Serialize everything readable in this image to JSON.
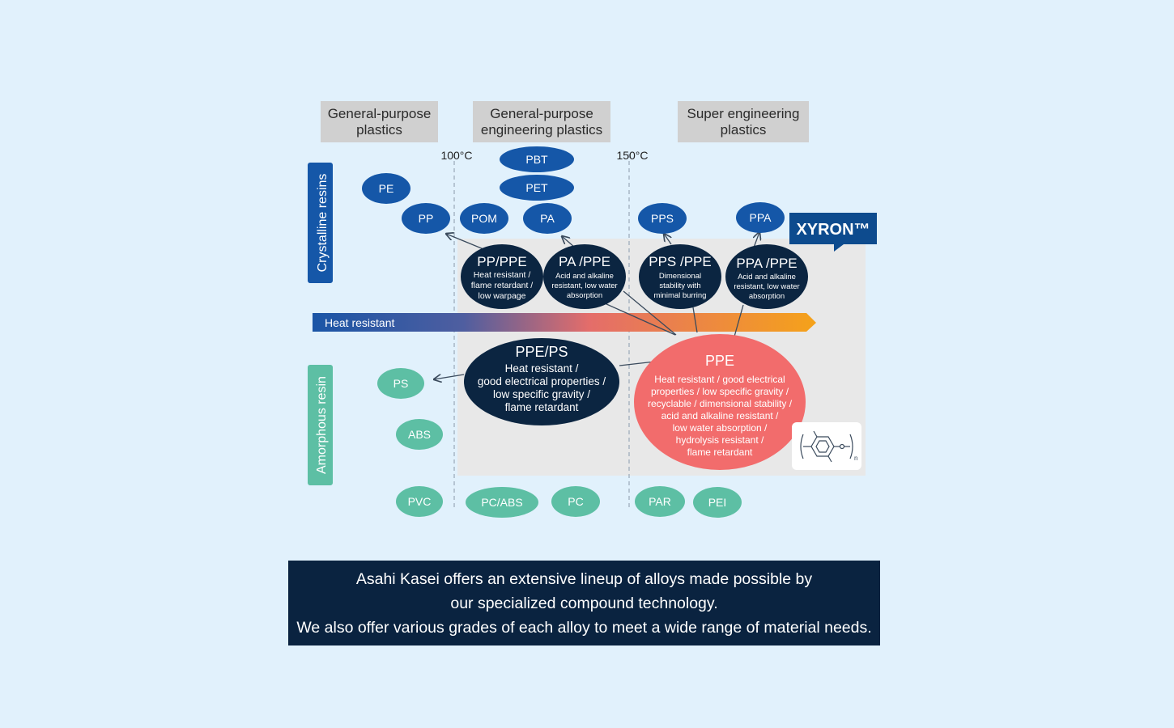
{
  "categories": {
    "general": [
      "General-purpose",
      "plastics"
    ],
    "engineering": [
      "General-purpose",
      "engineering plastics"
    ],
    "super": [
      "Super engineering",
      "plastics"
    ]
  },
  "temperatures": {
    "t100": "100°C",
    "t150": "150°C"
  },
  "row_labels": {
    "crystalline": "Crystalline resins",
    "amorphous": "Amorphous resin"
  },
  "heat_label": "Heat resistant",
  "brand": "XYRON™",
  "crystalline_resins": {
    "pe": "PE",
    "pp": "PP",
    "pom": "POM",
    "pa": "PA",
    "pbt": "PBT",
    "pet": "PET",
    "pps": "PPS",
    "ppa": "PPA"
  },
  "amorphous_resins": {
    "ps": "PS",
    "abs": "ABS",
    "pvc": "PVC",
    "pcabs": "PC/ABS",
    "pc": "PC",
    "par": "PAR",
    "pei": "PEI"
  },
  "alloys": {
    "pp_ppe": {
      "title": "PP/PPE",
      "desc": [
        "Heat resistant /",
        "flame retardant /",
        "low warpage"
      ]
    },
    "pa_ppe": {
      "title": "PA /PPE",
      "desc": [
        "Acid and alkaline",
        "resistant, low water",
        "absorption"
      ]
    },
    "pps_ppe": {
      "title": "PPS /PPE",
      "desc": [
        "Dimensional",
        "stability with",
        "minimal burring"
      ]
    },
    "ppa_ppe": {
      "title": "PPA /PPE",
      "desc": [
        "Acid and alkaline",
        "resistant, low water",
        "absorption"
      ]
    },
    "ppe_ps": {
      "title": "PPE/PS",
      "desc": [
        "Heat resistant /",
        "good electrical properties /",
        "low specific gravity /",
        "flame retardant"
      ]
    },
    "ppe": {
      "title": "PPE",
      "desc": [
        "Heat resistant / good electrical",
        "properties / low specific gravity /",
        "recyclable / dimensional stability /",
        "acid and alkaline resistant /",
        "low water absorption /",
        "hydrolysis resistant /",
        "flame retardant"
      ]
    }
  },
  "colors": {
    "crystalline": "#1557a8",
    "amorphous": "#5dbfa4",
    "alloy": "#0b2541",
    "ppe": "#f26c6c",
    "brand": "#0d4b8e",
    "panel": "#e8e8e8",
    "category_box": "#d0d0d0"
  },
  "caption": [
    "Asahi Kasei offers an extensive lineup of alloys made possible by",
    "our specialized compound technology.",
    "We also offer various grades of each alloy to meet a wide range of material needs."
  ]
}
